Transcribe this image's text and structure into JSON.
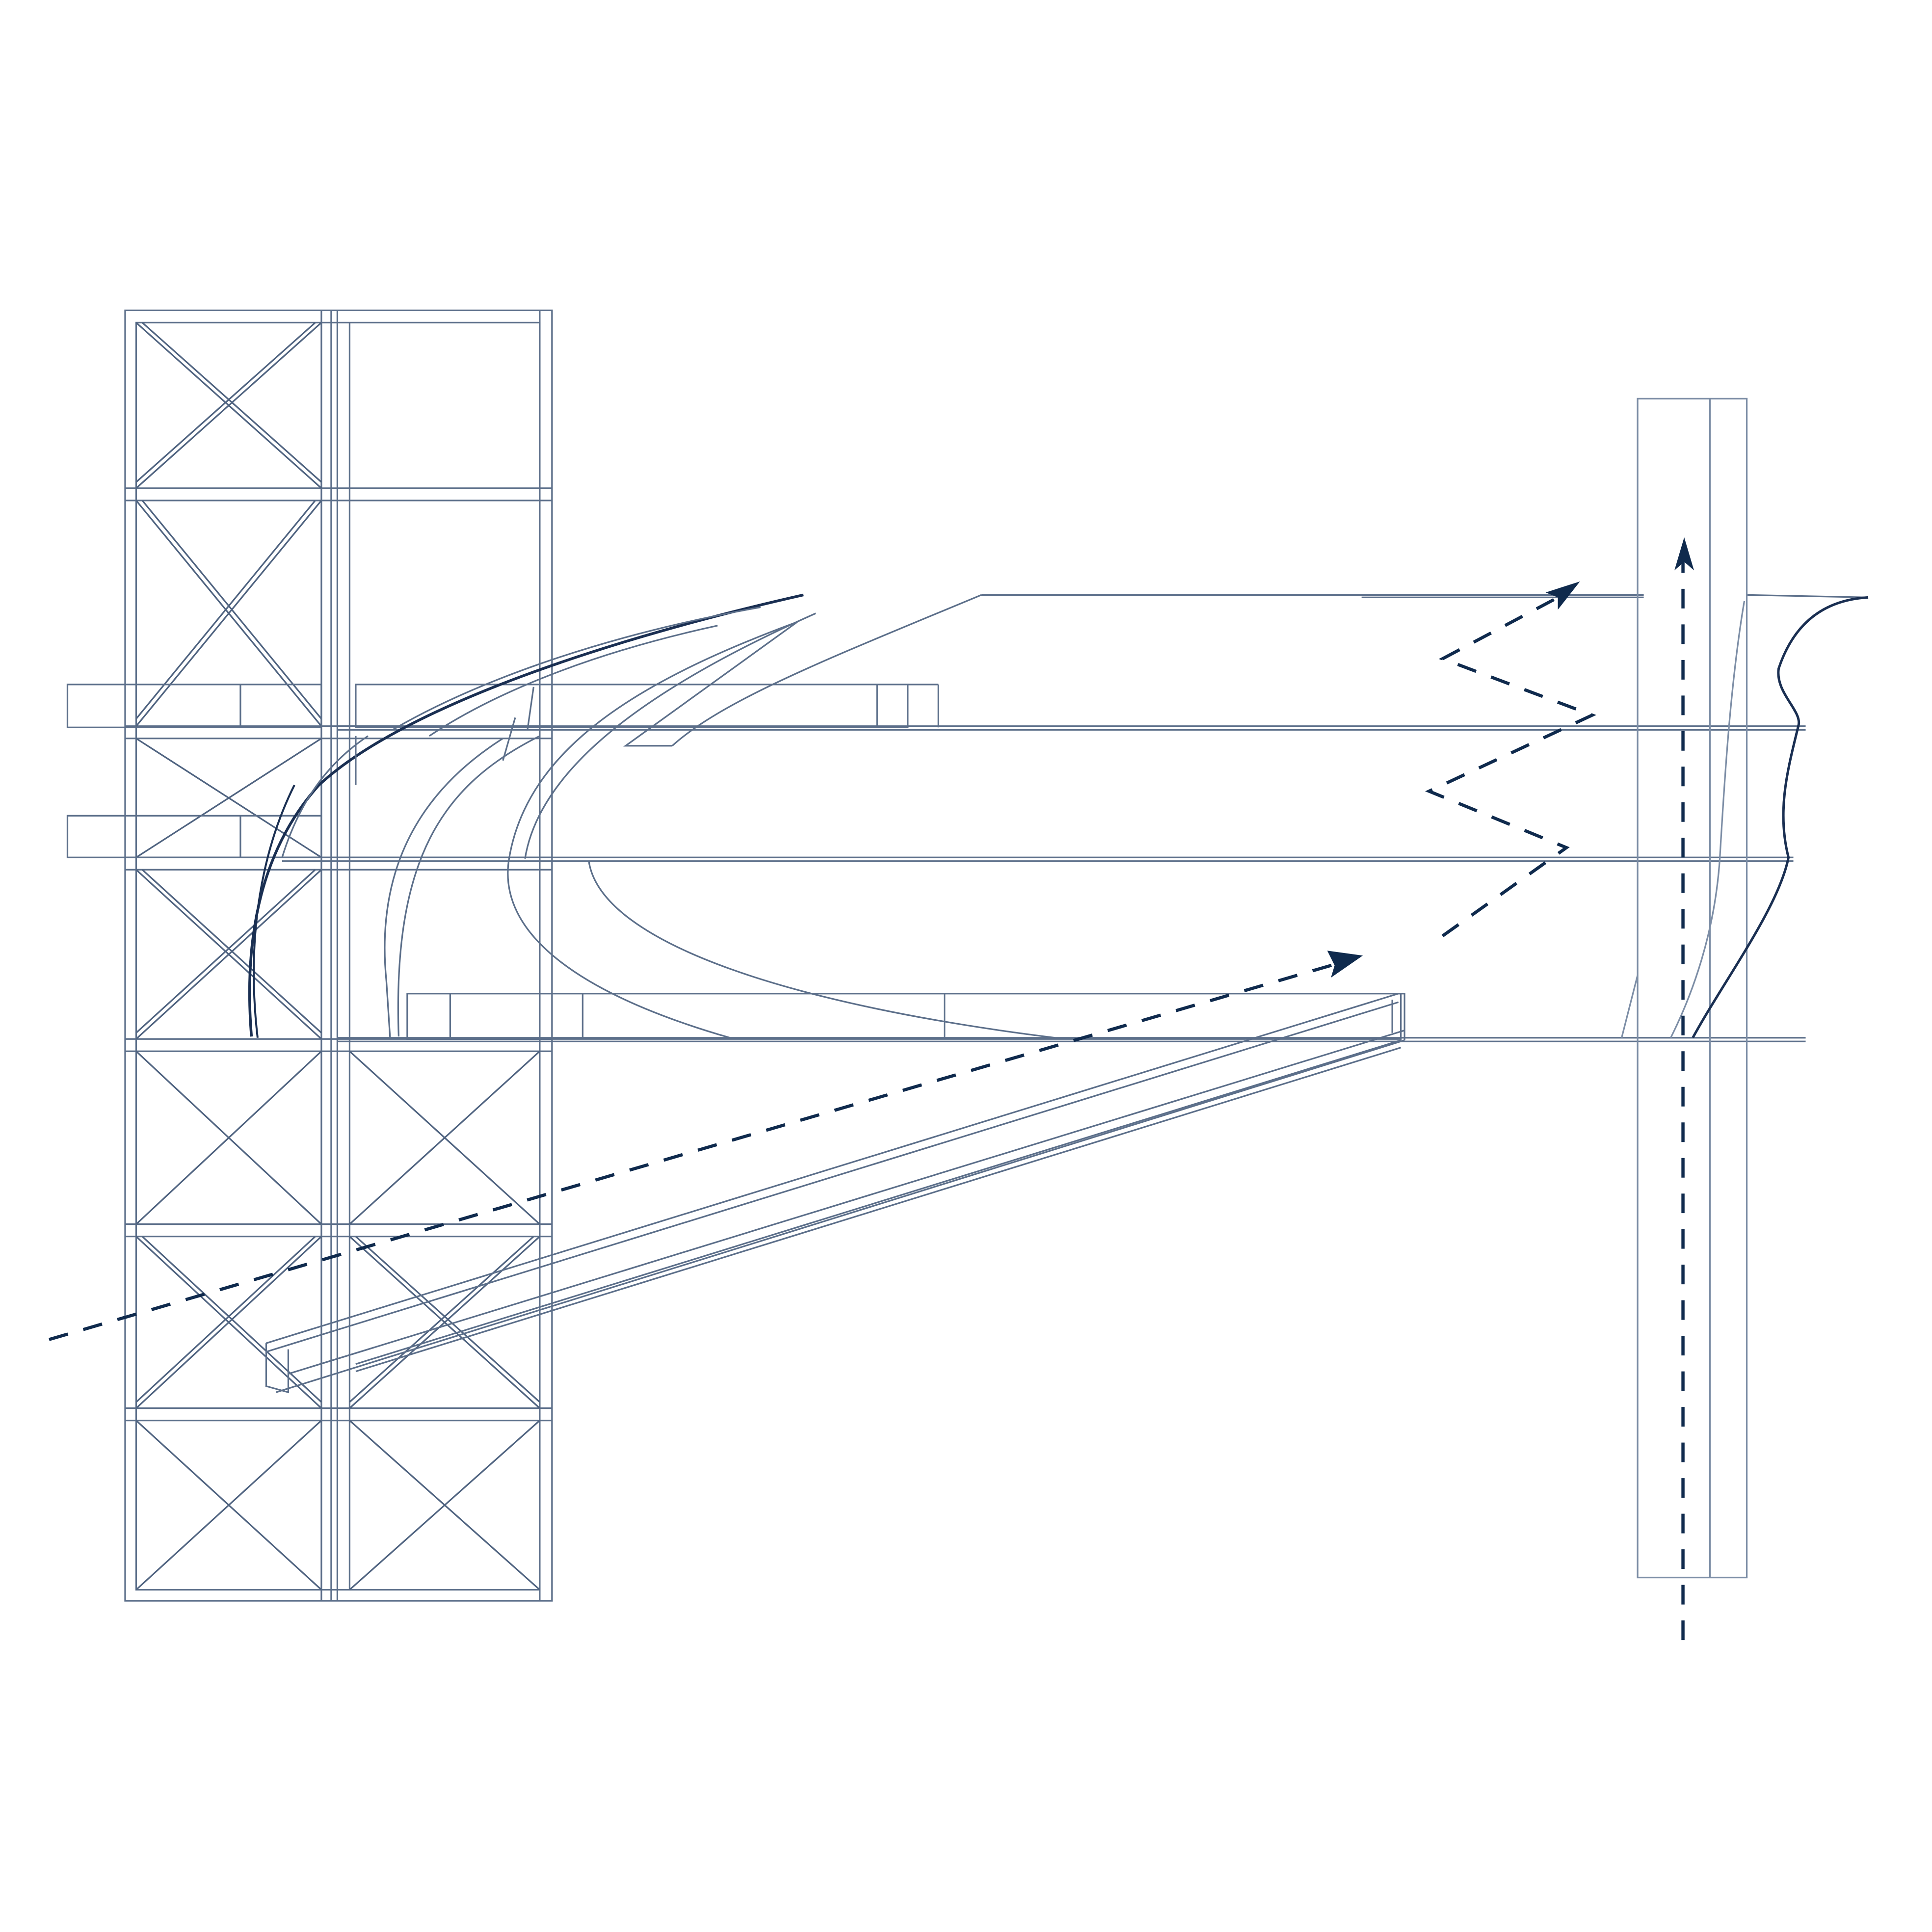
{
  "diagram": {
    "kind": "architectural circulation section",
    "labels": [],
    "colors": {
      "background": "#ffffff",
      "structure_line": "#5c6f8a",
      "structure_line_light": "#7d8ea6",
      "emphasis_line": "#1a2f52",
      "circulation_path": "#0f2a4d"
    },
    "elements": {
      "left_tower": {
        "bays": 6,
        "columns": 2,
        "cross_braced": true
      },
      "right_tower": {
        "columns": 2
      },
      "floor_slabs": 3,
      "ramp": true,
      "curved_shell": true
    },
    "circulation": [
      {
        "name": "diagonal-approach-path",
        "style": "dashed",
        "arrow": "end"
      },
      {
        "name": "zigzag-path",
        "style": "dashed",
        "arrow": "end"
      },
      {
        "name": "vertical-core-path",
        "style": "dashed",
        "arrow": "end"
      }
    ]
  }
}
